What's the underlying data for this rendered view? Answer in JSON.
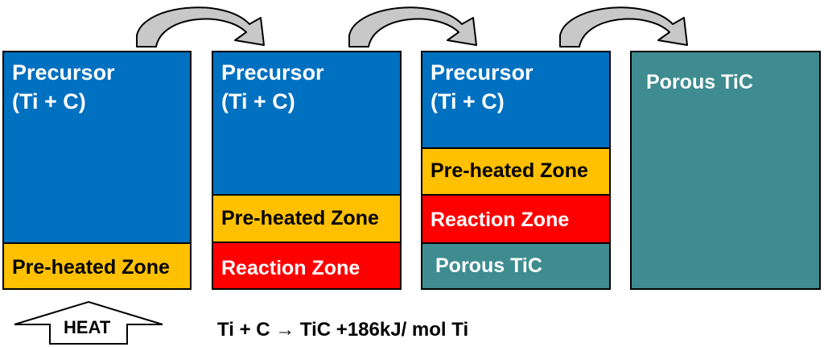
{
  "precursor": {
    "title": "Precursor",
    "formula": "(Ti + C)"
  },
  "zones": {
    "preheated": "Pre-heated Zone",
    "reaction": "Reaction Zone",
    "porous": "Porous TiC"
  },
  "heat_label": "HEAT",
  "equation": "Ti + C → TiC +186kJ/ mol Ti",
  "colors": {
    "precursor": "#0070c0",
    "preheated": "#ffc000",
    "reaction": "#ff0000",
    "porous": "#3e8c8f",
    "curved_arrow": "#c8c8c8"
  }
}
